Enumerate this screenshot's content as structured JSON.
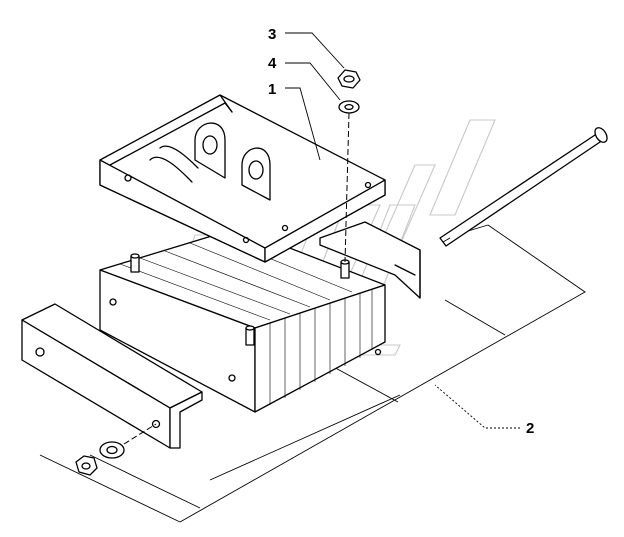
{
  "callouts": [
    {
      "id": "c3",
      "label": "3",
      "part": "nut"
    },
    {
      "id": "c4",
      "label": "4",
      "part": "washer"
    },
    {
      "id": "c1",
      "label": "1",
      "part": "top-bracket-plate"
    },
    {
      "id": "c2",
      "label": "2",
      "part": "mount-assembly"
    }
  ]
}
